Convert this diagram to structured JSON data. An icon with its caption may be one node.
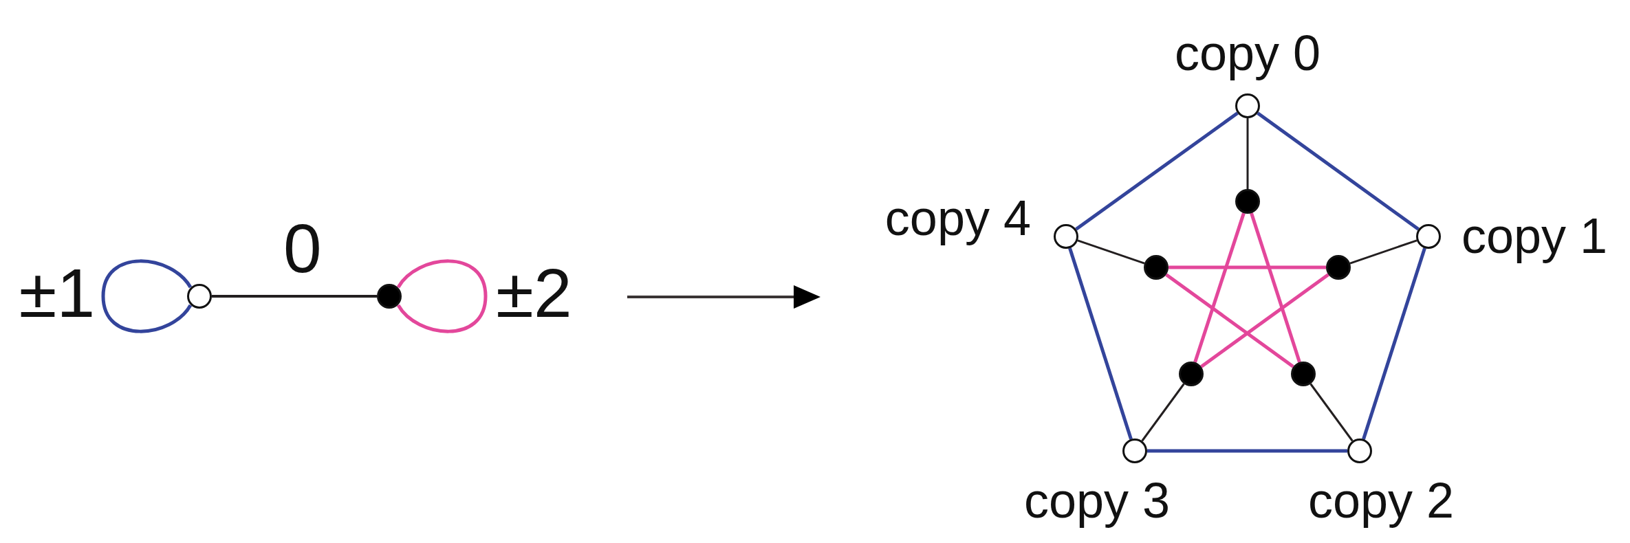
{
  "diagram": {
    "nodes": [
      {
        "text": [],
        "shape": "circle"
      },
      {
        "text": [],
        "shape": "circle"
      },
      {
        "text": [],
        "shape": "circle",
        "beside": [
          "copy 0"
        ]
      },
      {
        "text": [],
        "shape": "circle",
        "beside": [
          "copy 1"
        ]
      },
      {
        "text": [],
        "shape": "circle",
        "beside": [
          "copy 2"
        ]
      },
      {
        "text": [],
        "shape": "circle",
        "beside": [
          "copy 3"
        ]
      },
      {
        "text": [],
        "shape": "circle",
        "beside": [
          "copy 4"
        ]
      },
      {
        "text": [],
        "shape": "circle"
      },
      {
        "text": [],
        "shape": "circle"
      },
      {
        "text": [],
        "shape": "circle"
      },
      {
        "text": [],
        "shape": "circle"
      },
      {
        "text": [],
        "shape": "circle"
      }
    ],
    "edges": [
      {
        "from": 0,
        "to": 0,
        "arrow": "none",
        "label": "±1",
        "color": "#33449b"
      },
      {
        "from": 0,
        "to": 1,
        "arrow": "none",
        "label": "0",
        "color": "#231f20"
      },
      {
        "from": 1,
        "to": 1,
        "arrow": "none",
        "label": "±2",
        "color": "#e3479b"
      },
      {
        "from": 2,
        "to": 3,
        "arrow": "none",
        "color": "#33449b"
      },
      {
        "from": 3,
        "to": 4,
        "arrow": "none",
        "color": "#33449b"
      },
      {
        "from": 4,
        "to": 5,
        "arrow": "none",
        "color": "#33449b"
      },
      {
        "from": 5,
        "to": 6,
        "arrow": "none",
        "color": "#33449b"
      },
      {
        "from": 6,
        "to": 2,
        "arrow": "none",
        "color": "#33449b"
      },
      {
        "from": 2,
        "to": 7,
        "arrow": "none",
        "color": "#231f20"
      },
      {
        "from": 3,
        "to": 8,
        "arrow": "none",
        "color": "#231f20"
      },
      {
        "from": 4,
        "to": 9,
        "arrow": "none",
        "color": "#231f20"
      },
      {
        "from": 5,
        "to": 10,
        "arrow": "none",
        "color": "#231f20"
      },
      {
        "from": 6,
        "to": 11,
        "arrow": "none",
        "color": "#231f20"
      },
      {
        "from": 7,
        "to": 9,
        "arrow": "none",
        "color": "#e3479b"
      },
      {
        "from": 8,
        "to": 10,
        "arrow": "none",
        "color": "#e3479b"
      },
      {
        "from": 9,
        "to": 11,
        "arrow": "none",
        "color": "#e3479b"
      },
      {
        "from": 10,
        "to": 7,
        "arrow": "none",
        "color": "#e3479b"
      },
      {
        "from": 11,
        "to": 8,
        "arrow": "none",
        "color": "#e3479b"
      }
    ]
  }
}
